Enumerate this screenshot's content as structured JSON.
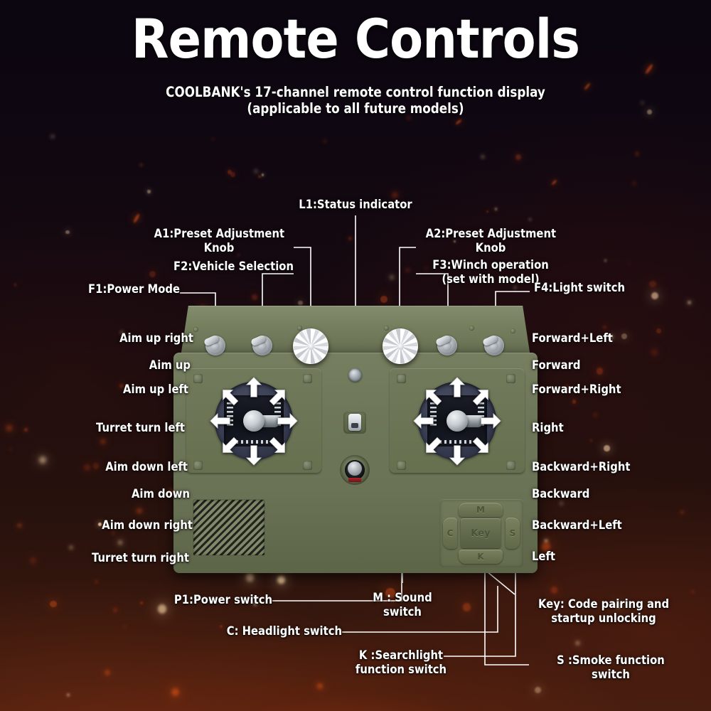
{
  "header": {
    "title": "Remote Controls",
    "subtitle_line1": "COOLBANK's 17-channel remote control function display",
    "subtitle_line2": "(applicable to all future models)"
  },
  "colors": {
    "background_dark": "#0b0610",
    "background_ember": "#c44814",
    "device_green": "#6d7658",
    "label_text": "#ffffff",
    "leader_line": "#ffffff",
    "knob_silver": "#e9edf0",
    "joystick_dark": "#3b4055"
  },
  "labels": {
    "top": [
      {
        "id": "L1",
        "text": "L1:Status indicator"
      },
      {
        "id": "A1",
        "text": "A1:Preset Adjustment\nKnob"
      },
      {
        "id": "F2",
        "text": "F2:Vehicle Selection"
      },
      {
        "id": "F1",
        "text": "F1:Power Mode"
      },
      {
        "id": "A2",
        "text": "A2:Preset Adjustment\nKnob"
      },
      {
        "id": "F3",
        "text": "F3:Winch operation\n(set with model)"
      },
      {
        "id": "F4",
        "text": "F4:Light switch"
      }
    ],
    "left_stick": [
      {
        "id": "aim-up-right",
        "text": "Aim up right"
      },
      {
        "id": "aim-up",
        "text": "Aim up"
      },
      {
        "id": "aim-up-left",
        "text": "Aim up left"
      },
      {
        "id": "turret-turn-left",
        "text": "Turret turn left"
      },
      {
        "id": "aim-down-left",
        "text": "Aim down left"
      },
      {
        "id": "aim-down",
        "text": "Aim down"
      },
      {
        "id": "aim-down-right",
        "text": "Aim down right"
      },
      {
        "id": "turret-turn-right",
        "text": "Turret turn right"
      }
    ],
    "right_stick": [
      {
        "id": "forward-left",
        "text": "Forward+Left"
      },
      {
        "id": "forward",
        "text": "Forward"
      },
      {
        "id": "forward-right",
        "text": "Forward+Right"
      },
      {
        "id": "right",
        "text": "Right"
      },
      {
        "id": "backward-right",
        "text": "Backward+Right"
      },
      {
        "id": "backward",
        "text": "Backward"
      },
      {
        "id": "backward-left",
        "text": "Backward+Left"
      },
      {
        "id": "left",
        "text": "Left"
      }
    ],
    "bottom": [
      {
        "id": "P1",
        "text": "P1:Power switch"
      },
      {
        "id": "C",
        "text": "C: Headlight switch"
      },
      {
        "id": "M",
        "text": "M : Sound\nswitch"
      },
      {
        "id": "K",
        "text": "K :Searchlight\nfunction switch"
      },
      {
        "id": "Key",
        "text": "Key: Code pairing and\nstartup unlocking"
      },
      {
        "id": "S",
        "text": "S :Smoke function\nswitch"
      }
    ]
  },
  "device": {
    "pad_buttons": {
      "up": "M",
      "left": "C",
      "center": "Key",
      "right": "S",
      "down": "K"
    }
  }
}
